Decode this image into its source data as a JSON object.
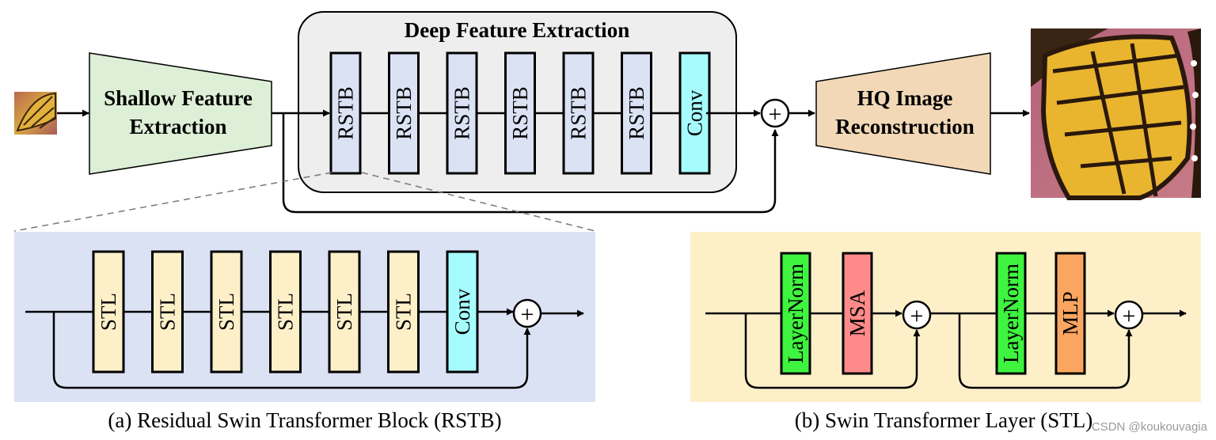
{
  "colors": {
    "rstb_fill": "#dbe2f4",
    "conv_fill": "#a6fcfc",
    "stl_fill": "#fdf0c9",
    "layernorm_fill": "#3ff43f",
    "msa_fill": "#ff8a8a",
    "mlp_fill": "#fba660",
    "shallow_fill": "#ddefd6",
    "hq_fill": "#f2d8b7",
    "deep_bg": "#eeeeee",
    "rstb_panel_bg": "#dbe2f4",
    "stl_panel_bg": "#fdf0c9"
  },
  "top": {
    "deep_title": "Deep Feature Extraction",
    "shallow_line1": "Shallow Feature",
    "shallow_line2": "Extraction",
    "hq_line1": "HQ Image",
    "hq_line2": "Reconstruction",
    "blocks": [
      "RSTB",
      "RSTB",
      "RSTB",
      "RSTB",
      "RSTB",
      "RSTB",
      "Conv"
    ]
  },
  "rstb_panel": {
    "blocks": [
      "STL",
      "STL",
      "STL",
      "STL",
      "STL",
      "STL",
      "Conv"
    ],
    "caption": "(a) Residual Swin Transformer Block (RSTB)"
  },
  "stl_panel": {
    "blocks": [
      "LayerNorm",
      "MSA",
      "LayerNorm",
      "MLP"
    ],
    "caption": "(b) Swin Transformer Layer (STL)"
  },
  "plus_symbol": "+",
  "watermark": "CSDN @koukouvagia"
}
